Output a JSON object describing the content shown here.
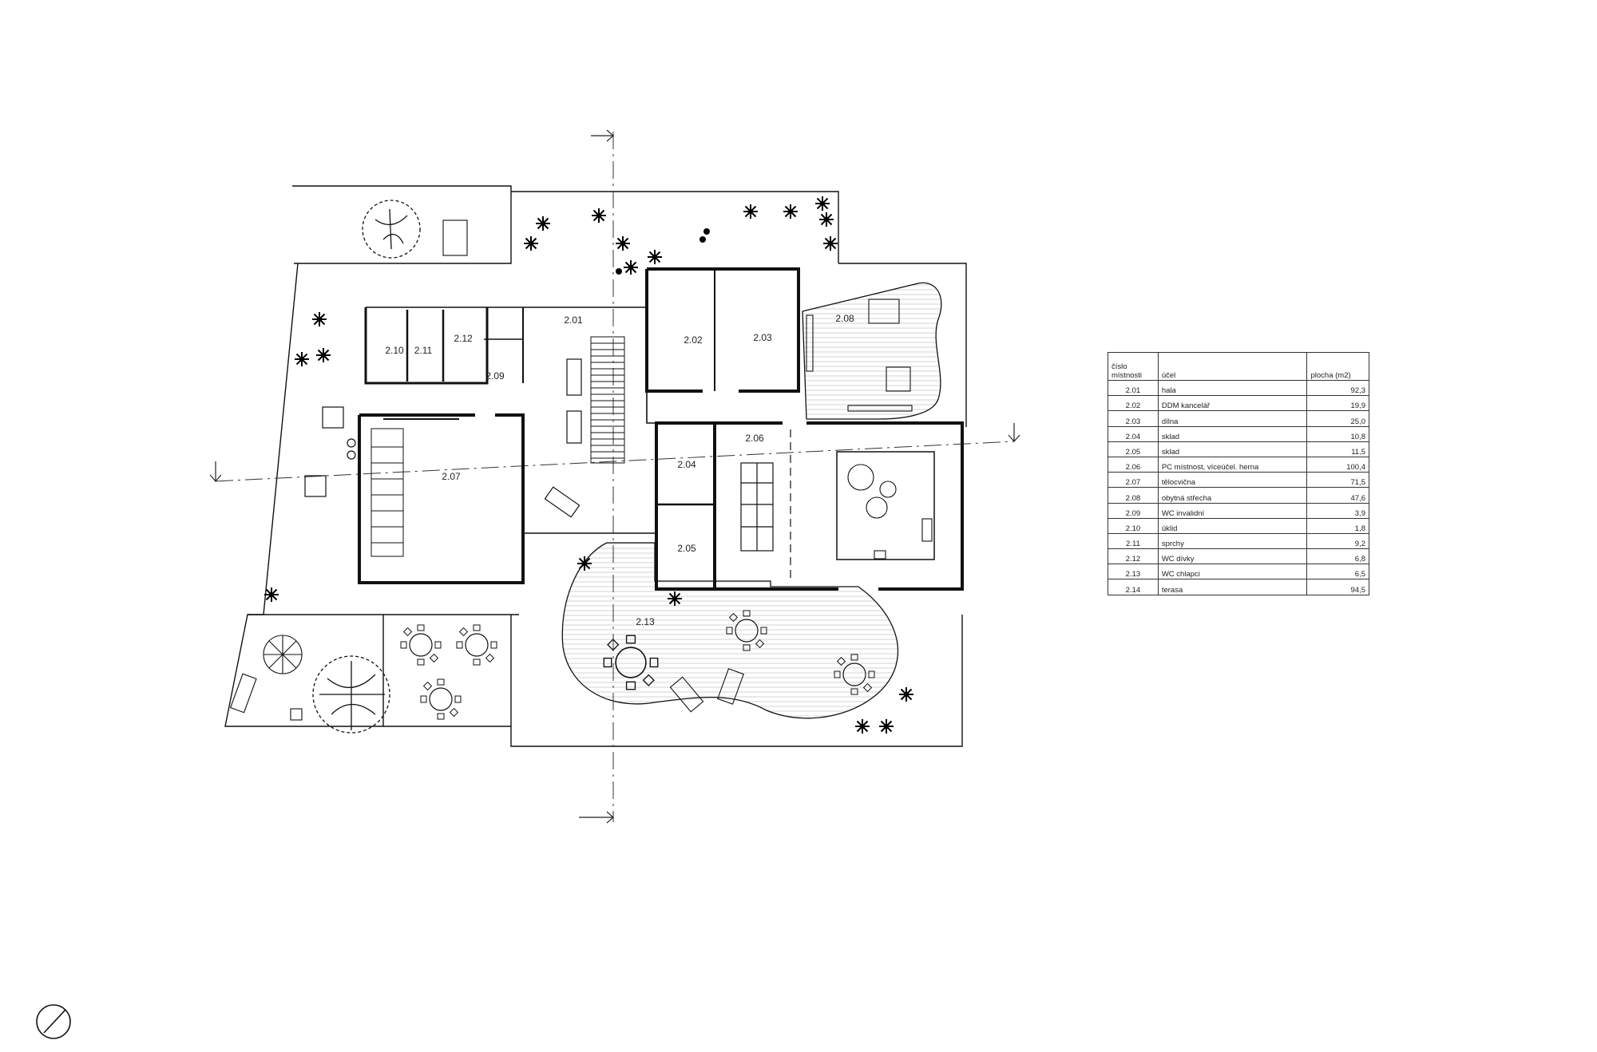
{
  "table": {
    "headers": {
      "number": "číslo místnosti",
      "purpose": "účel",
      "area": "plocha (m2)"
    },
    "rows": [
      {
        "number": "2.01",
        "purpose": "hala",
        "area": "92,3"
      },
      {
        "number": "2.02",
        "purpose": "DDM kancelář",
        "area": "19,9"
      },
      {
        "number": "2.03",
        "purpose": "dílna",
        "area": "25,0"
      },
      {
        "number": "2.04",
        "purpose": "sklad",
        "area": "10,8"
      },
      {
        "number": "2.05",
        "purpose": "sklad",
        "area": "11,5"
      },
      {
        "number": "2.06",
        "purpose": "PC místnost, víceúčel. herna",
        "area": "100,4"
      },
      {
        "number": "2.07",
        "purpose": "tělocvična",
        "area": "71,5"
      },
      {
        "number": "2.08",
        "purpose": "obytná střecha",
        "area": "47,6"
      },
      {
        "number": "2.09",
        "purpose": "WC invalidní",
        "area": "3,9"
      },
      {
        "number": "2.10",
        "purpose": "úklid",
        "area": "1,8"
      },
      {
        "number": "2.11",
        "purpose": "sprchy",
        "area": "9,2"
      },
      {
        "number": "2.12",
        "purpose": "WC dívky",
        "area": "6,8"
      },
      {
        "number": "2.13",
        "purpose": "WC chlapci",
        "area": "6,5"
      },
      {
        "number": "2.14",
        "purpose": "terasa",
        "area": "94,5"
      }
    ]
  },
  "plan_labels": {
    "r201": "2.01",
    "r202": "2.02",
    "r203": "2.03",
    "r204": "2.04",
    "r205": "2.05",
    "r206": "2.06",
    "r207": "2.07",
    "r208": "2.08",
    "r209": "2.09",
    "r210": "2.10",
    "r211": "2.11",
    "r212": "2.12",
    "r213": "2.13"
  },
  "colors": {
    "line": "#111111",
    "hatch": "#9a9a9a",
    "paper": "#ffffff"
  }
}
